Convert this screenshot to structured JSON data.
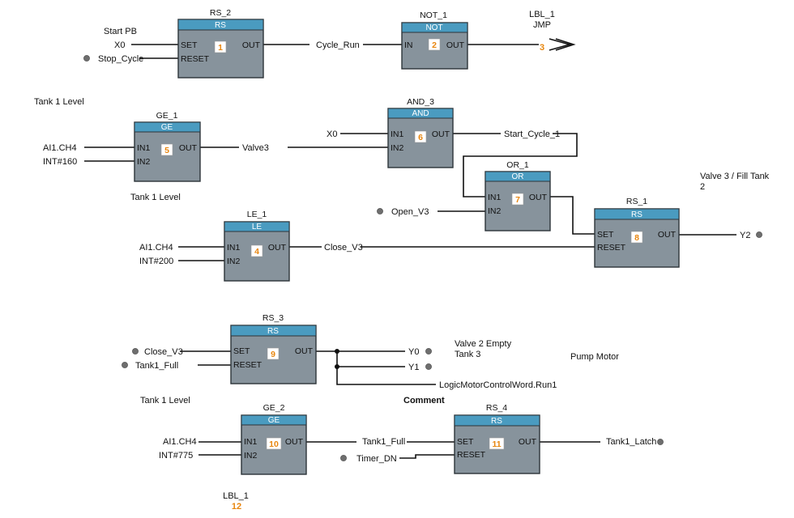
{
  "blocks": {
    "rs2": {
      "name": "RS_2",
      "type": "RS",
      "pin_in1": "SET",
      "pin_in2": "RESET",
      "pin_out": "OUT",
      "num": "1"
    },
    "not1": {
      "name": "NOT_1",
      "type": "NOT",
      "pin_in1": "IN",
      "pin_out": "OUT",
      "num": "2"
    },
    "ge1": {
      "name": "GE_1",
      "type": "GE",
      "pin_in1": "IN1",
      "pin_in2": "IN2",
      "pin_out": "OUT",
      "num": "5"
    },
    "and3": {
      "name": "AND_3",
      "type": "AND",
      "pin_in1": "IN1",
      "pin_in2": "IN2",
      "pin_out": "OUT",
      "num": "6"
    },
    "or1": {
      "name": "OR_1",
      "type": "OR",
      "pin_in1": "IN1",
      "pin_in2": "IN2",
      "pin_out": "OUT",
      "num": "7"
    },
    "rs1": {
      "name": "RS_1",
      "type": "RS",
      "pin_in1": "SET",
      "pin_in2": "RESET",
      "pin_out": "OUT",
      "num": "8"
    },
    "le1": {
      "name": "LE_1",
      "type": "LE",
      "pin_in1": "IN1",
      "pin_in2": "IN2",
      "pin_out": "OUT",
      "num": "4"
    },
    "rs3": {
      "name": "RS_3",
      "type": "RS",
      "pin_in1": "SET",
      "pin_in2": "RESET",
      "pin_out": "OUT",
      "num": "9"
    },
    "ge2": {
      "name": "GE_2",
      "type": "GE",
      "pin_in1": "IN1",
      "pin_in2": "IN2",
      "pin_out": "OUT",
      "num": "10"
    },
    "rs4": {
      "name": "RS_4",
      "type": "RS",
      "pin_in1": "SET",
      "pin_in2": "RESET",
      "pin_out": "OUT",
      "num": "11"
    }
  },
  "labels": {
    "start_pb": "Start PB",
    "x0_a": "X0",
    "stop_cycle": "Stop_Cycle",
    "cycle_run": "Cycle_Run",
    "lbl1_name": "LBL_1",
    "jmp": "JMP",
    "jmp_target": "3",
    "tank1_level_a": "Tank 1 Level",
    "ai1_ch4_a": "AI1.CH4",
    "int160": "INT#160",
    "valve3": "Valve3",
    "tank1_level_b": "Tank 1 Level",
    "x0_b": "X0",
    "start_cycle_1": "Start_Cycle_1",
    "open_v3": "Open_V3",
    "valve3_fill_l1": "Valve 3 / Fill Tank",
    "valve3_fill_l2": "2",
    "y2": "Y2",
    "ai1_ch4_b": "AI1.CH4",
    "int200": "INT#200",
    "close_v3_a": "Close_V3",
    "close_v3_b": "Close_V3",
    "tank1_full_a": "Tank1_Full",
    "y0": "Y0",
    "y1": "Y1",
    "valve2_empty": "Valve 2 Empty",
    "tank3": "Tank 3",
    "pump_motor": "Pump Motor",
    "logic_motor": "LogicMotorControlWord.Run1",
    "tank1_level_c": "Tank 1 Level",
    "comment": "Comment",
    "ai1_ch4_c": "AI1.CH4",
    "int775": "INT#775",
    "tank1_full_b": "Tank1_Full",
    "timer_dn": "Timer_DN",
    "tank1_latch": "Tank1_Latch",
    "lbl1_bottom": "LBL_1",
    "lbl1_bottom_num": "12"
  }
}
